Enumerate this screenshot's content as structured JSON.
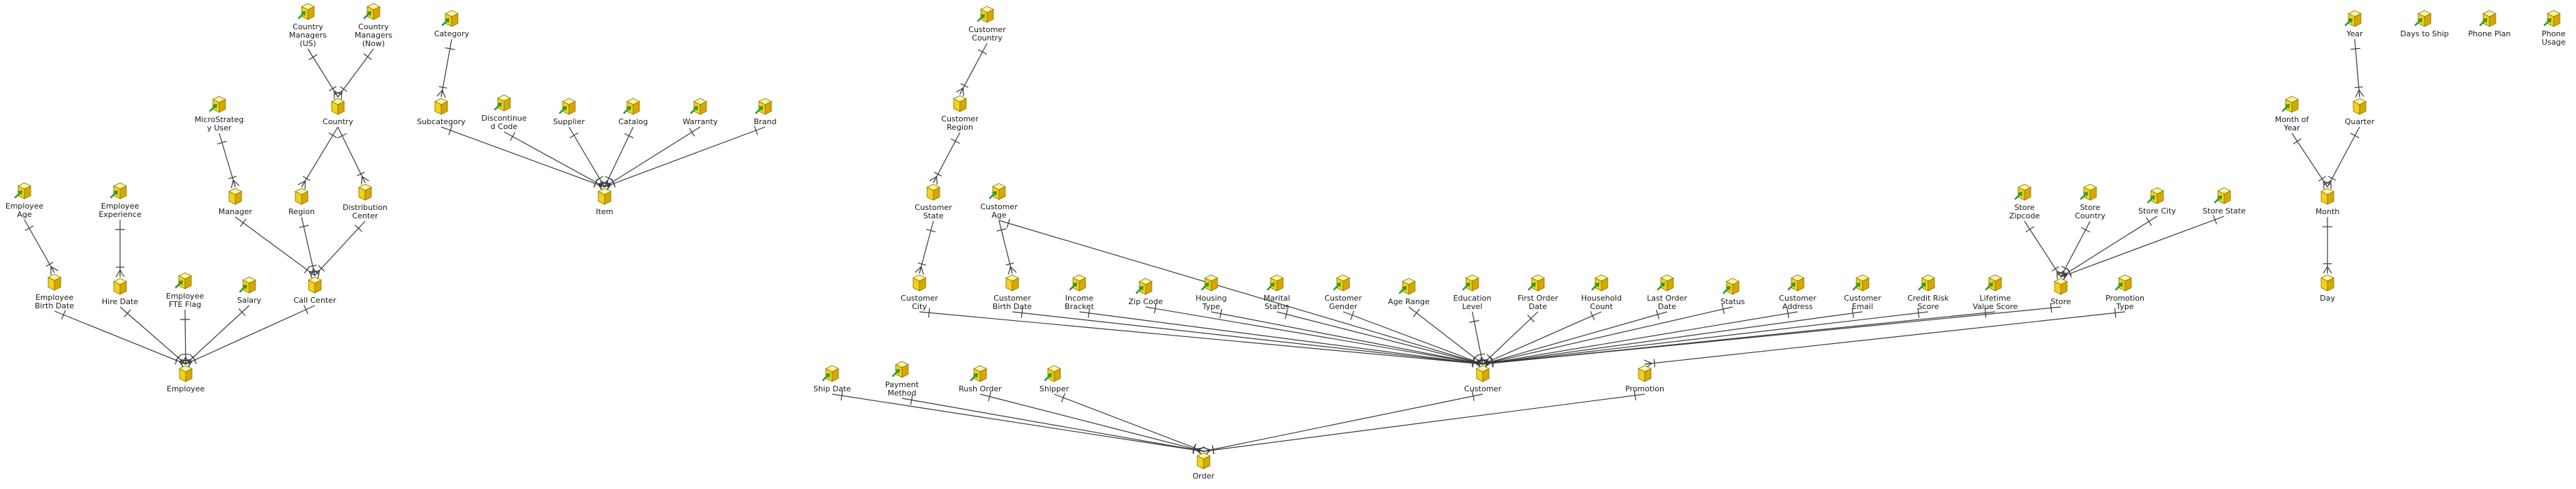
{
  "colors": {
    "cube_top": "#fff6a0",
    "cube_left": "#f2d21c",
    "cube_right": "#d6a800",
    "cube_edge": "#8a7000",
    "attr_arrow": "#2e9a2e",
    "line": "#3a3a3a",
    "text": "#1a1a1a"
  },
  "icons": {
    "attribute": "attribute-cube-icon",
    "attribute_with_form": "attribute-cube-with-arrow-icon"
  },
  "nodes": [
    {
      "id": "employee_age",
      "lines": [
        "Employee",
        "Age"
      ],
      "badge": true
    },
    {
      "id": "employee_experience",
      "lines": [
        "Employee",
        "Experience"
      ],
      "badge": true
    },
    {
      "id": "microstrategy_user",
      "lines": [
        "MicroStrateg",
        "y User"
      ],
      "badge": true
    },
    {
      "id": "manager",
      "lines": [
        "Manager"
      ],
      "badge": false
    },
    {
      "id": "country_managers_us",
      "lines": [
        "Country",
        "Managers",
        "(US)"
      ],
      "badge": true
    },
    {
      "id": "country_managers_now",
      "lines": [
        "Country",
        "Managers",
        "(Now)"
      ],
      "badge": true
    },
    {
      "id": "country",
      "lines": [
        "Country"
      ],
      "badge": false
    },
    {
      "id": "region",
      "lines": [
        "Region"
      ],
      "badge": false
    },
    {
      "id": "distribution_center",
      "lines": [
        "Distribution",
        "Center"
      ],
      "badge": false
    },
    {
      "id": "employee_birth_date",
      "lines": [
        "Employee",
        "Birth Date"
      ],
      "badge": false
    },
    {
      "id": "hire_date",
      "lines": [
        "Hire Date"
      ],
      "badge": false
    },
    {
      "id": "employee_fte_flag",
      "lines": [
        "Employee",
        "FTE Flag"
      ],
      "badge": true
    },
    {
      "id": "salary",
      "lines": [
        "Salary"
      ],
      "badge": true
    },
    {
      "id": "call_center",
      "lines": [
        "Call Center"
      ],
      "badge": false
    },
    {
      "id": "employee",
      "lines": [
        "Employee"
      ],
      "badge": false
    },
    {
      "id": "category",
      "lines": [
        "Category"
      ],
      "badge": true
    },
    {
      "id": "subcategory",
      "lines": [
        "Subcategory"
      ],
      "badge": false
    },
    {
      "id": "discontinued_code",
      "lines": [
        "Discontinue",
        "d Code"
      ],
      "badge": true
    },
    {
      "id": "supplier",
      "lines": [
        "Supplier"
      ],
      "badge": true
    },
    {
      "id": "catalog",
      "lines": [
        "Catalog"
      ],
      "badge": true
    },
    {
      "id": "warranty",
      "lines": [
        "Warranty"
      ],
      "badge": true
    },
    {
      "id": "brand",
      "lines": [
        "Brand"
      ],
      "badge": true
    },
    {
      "id": "item",
      "lines": [
        "Item"
      ],
      "badge": false
    },
    {
      "id": "customer_country",
      "lines": [
        "Customer",
        "Country"
      ],
      "badge": true
    },
    {
      "id": "customer_region",
      "lines": [
        "Customer",
        "Region"
      ],
      "badge": false
    },
    {
      "id": "customer_state",
      "lines": [
        "Customer",
        "State"
      ],
      "badge": false
    },
    {
      "id": "customer_age",
      "lines": [
        "Customer",
        "Age"
      ],
      "badge": true
    },
    {
      "id": "customer_city",
      "lines": [
        "Customer",
        "City"
      ],
      "badge": false
    },
    {
      "id": "customer_birth_date",
      "lines": [
        "Customer",
        "Birth Date"
      ],
      "badge": false
    },
    {
      "id": "income_bracket",
      "lines": [
        "Income",
        "Bracket"
      ],
      "badge": true
    },
    {
      "id": "zip_code",
      "lines": [
        "Zip Code"
      ],
      "badge": true
    },
    {
      "id": "housing_type",
      "lines": [
        "Housing",
        "Type"
      ],
      "badge": true
    },
    {
      "id": "marital_status",
      "lines": [
        "Marital",
        "Status"
      ],
      "badge": true
    },
    {
      "id": "customer_gender",
      "lines": [
        "Customer",
        "Gender"
      ],
      "badge": true
    },
    {
      "id": "age_range",
      "lines": [
        "Age Range"
      ],
      "badge": true
    },
    {
      "id": "education_level",
      "lines": [
        "Education",
        "Level"
      ],
      "badge": true
    },
    {
      "id": "first_order_date",
      "lines": [
        "First Order",
        "Date"
      ],
      "badge": true
    },
    {
      "id": "household_count",
      "lines": [
        "Household",
        "Count"
      ],
      "badge": true
    },
    {
      "id": "last_order_date",
      "lines": [
        "Last Order",
        "Date"
      ],
      "badge": true
    },
    {
      "id": "status",
      "lines": [
        "Status"
      ],
      "badge": true
    },
    {
      "id": "customer_address",
      "lines": [
        "Customer",
        "Address"
      ],
      "badge": true
    },
    {
      "id": "customer_email",
      "lines": [
        "Customer",
        "Email"
      ],
      "badge": true
    },
    {
      "id": "credit_risk_score",
      "lines": [
        "Credit Risk",
        "Score"
      ],
      "badge": true
    },
    {
      "id": "lifetime_value_score",
      "lines": [
        "Lifetime",
        "Value Score"
      ],
      "badge": true
    },
    {
      "id": "customer",
      "lines": [
        "Customer"
      ],
      "badge": false
    },
    {
      "id": "store_zipcode",
      "lines": [
        "Store",
        "Zipcode"
      ],
      "badge": true
    },
    {
      "id": "store_country",
      "lines": [
        "Store",
        "Country"
      ],
      "badge": true
    },
    {
      "id": "store_city",
      "lines": [
        "Store City"
      ],
      "badge": true
    },
    {
      "id": "store_state",
      "lines": [
        "Store State"
      ],
      "badge": true
    },
    {
      "id": "store",
      "lines": [
        "Store"
      ],
      "badge": false
    },
    {
      "id": "promotion_type",
      "lines": [
        "Promotion",
        "Type"
      ],
      "badge": true
    },
    {
      "id": "promotion",
      "lines": [
        "Promotion"
      ],
      "badge": false
    },
    {
      "id": "ship_date",
      "lines": [
        "Ship Date"
      ],
      "badge": true
    },
    {
      "id": "payment_method",
      "lines": [
        "Payment",
        "Method"
      ],
      "badge": true
    },
    {
      "id": "rush_order",
      "lines": [
        "Rush Order"
      ],
      "badge": true
    },
    {
      "id": "shipper",
      "lines": [
        "Shipper"
      ],
      "badge": true
    },
    {
      "id": "order",
      "lines": [
        "Order"
      ],
      "badge": false
    },
    {
      "id": "year",
      "lines": [
        "Year"
      ],
      "badge": true
    },
    {
      "id": "days_to_ship",
      "lines": [
        "Days to Ship"
      ],
      "badge": true
    },
    {
      "id": "phone_plan",
      "lines": [
        "Phone Plan"
      ],
      "badge": true
    },
    {
      "id": "phone_usage",
      "lines": [
        "Phone",
        "Usage"
      ],
      "badge": true
    },
    {
      "id": "month_of_year",
      "lines": [
        "Month of",
        "Year"
      ],
      "badge": true
    },
    {
      "id": "quarter",
      "lines": [
        "Quarter"
      ],
      "badge": false
    },
    {
      "id": "month",
      "lines": [
        "Month"
      ],
      "badge": false
    },
    {
      "id": "day",
      "lines": [
        "Day"
      ],
      "badge": false
    }
  ],
  "edges": [
    [
      "employee_age",
      "employee_birth_date"
    ],
    [
      "employee_experience",
      "hire_date"
    ],
    [
      "microstrategy_user",
      "manager"
    ],
    [
      "country_managers_us",
      "country"
    ],
    [
      "country_managers_now",
      "country"
    ],
    [
      "country",
      "region"
    ],
    [
      "country",
      "distribution_center"
    ],
    [
      "manager",
      "call_center"
    ],
    [
      "region",
      "call_center"
    ],
    [
      "distribution_center",
      "call_center"
    ],
    [
      "employee_birth_date",
      "employee"
    ],
    [
      "hire_date",
      "employee"
    ],
    [
      "employee_fte_flag",
      "employee"
    ],
    [
      "salary",
      "employee"
    ],
    [
      "call_center",
      "employee"
    ],
    [
      "category",
      "subcategory"
    ],
    [
      "subcategory",
      "item"
    ],
    [
      "discontinued_code",
      "item"
    ],
    [
      "supplier",
      "item"
    ],
    [
      "catalog",
      "item"
    ],
    [
      "warranty",
      "item"
    ],
    [
      "brand",
      "item"
    ],
    [
      "customer_country",
      "customer_region"
    ],
    [
      "customer_region",
      "customer_state"
    ],
    [
      "customer_state",
      "customer_city"
    ],
    [
      "customer_city",
      "customer"
    ],
    [
      "customer_age",
      "customer_birth_date"
    ],
    [
      "customer_age",
      "customer"
    ],
    [
      "customer_birth_date",
      "customer"
    ],
    [
      "income_bracket",
      "customer"
    ],
    [
      "zip_code",
      "customer"
    ],
    [
      "housing_type",
      "customer"
    ],
    [
      "marital_status",
      "customer"
    ],
    [
      "customer_gender",
      "customer"
    ],
    [
      "age_range",
      "customer"
    ],
    [
      "education_level",
      "customer"
    ],
    [
      "first_order_date",
      "customer"
    ],
    [
      "household_count",
      "customer"
    ],
    [
      "last_order_date",
      "customer"
    ],
    [
      "status",
      "customer"
    ],
    [
      "customer_address",
      "customer"
    ],
    [
      "customer_email",
      "customer"
    ],
    [
      "credit_risk_score",
      "customer"
    ],
    [
      "lifetime_value_score",
      "customer"
    ],
    [
      "store",
      "customer"
    ],
    [
      "store_zipcode",
      "store"
    ],
    [
      "store_country",
      "store"
    ],
    [
      "store_city",
      "store"
    ],
    [
      "store_state",
      "store"
    ],
    [
      "promotion_type",
      "promotion"
    ],
    [
      "ship_date",
      "order"
    ],
    [
      "payment_method",
      "order"
    ],
    [
      "rush_order",
      "order"
    ],
    [
      "shipper",
      "order"
    ],
    [
      "customer",
      "order"
    ],
    [
      "promotion",
      "order"
    ],
    [
      "year",
      "quarter"
    ],
    [
      "quarter",
      "month"
    ],
    [
      "month_of_year",
      "month"
    ],
    [
      "month",
      "day"
    ]
  ]
}
